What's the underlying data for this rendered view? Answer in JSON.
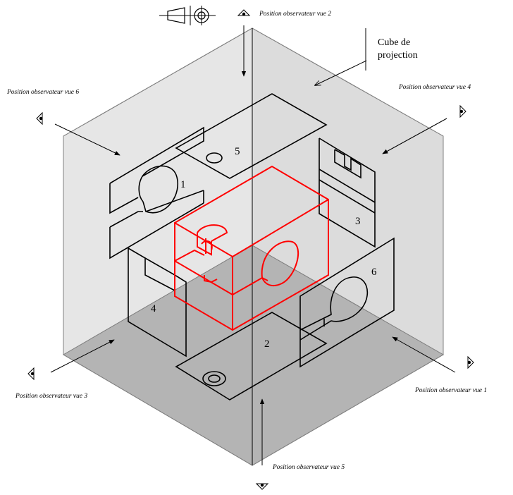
{
  "title": "Cube de projection",
  "cube_label": {
    "line1": "Cube de",
    "line2": "projection"
  },
  "observers": {
    "vue1": "Position observateur vue 1",
    "vue2": "Position observateur vue 2",
    "vue3": "Position observateur vue 3",
    "vue4": "Position observateur vue 4",
    "vue5": "Position observateur vue 5",
    "vue6": "Position observateur vue 6"
  },
  "view_numbers": [
    "1",
    "2",
    "3",
    "4",
    "5",
    "6"
  ],
  "colors": {
    "object_outline": "#ff0000",
    "projection_lines": "#000000",
    "cube_face_light": "#e6e6e6",
    "cube_face_mid": "#dcdcdc",
    "cube_face_dark": "#b4b4b4",
    "cube_edge": "#808080"
  },
  "icons": [
    "projection-method-symbol-icon",
    "eye-icon"
  ]
}
